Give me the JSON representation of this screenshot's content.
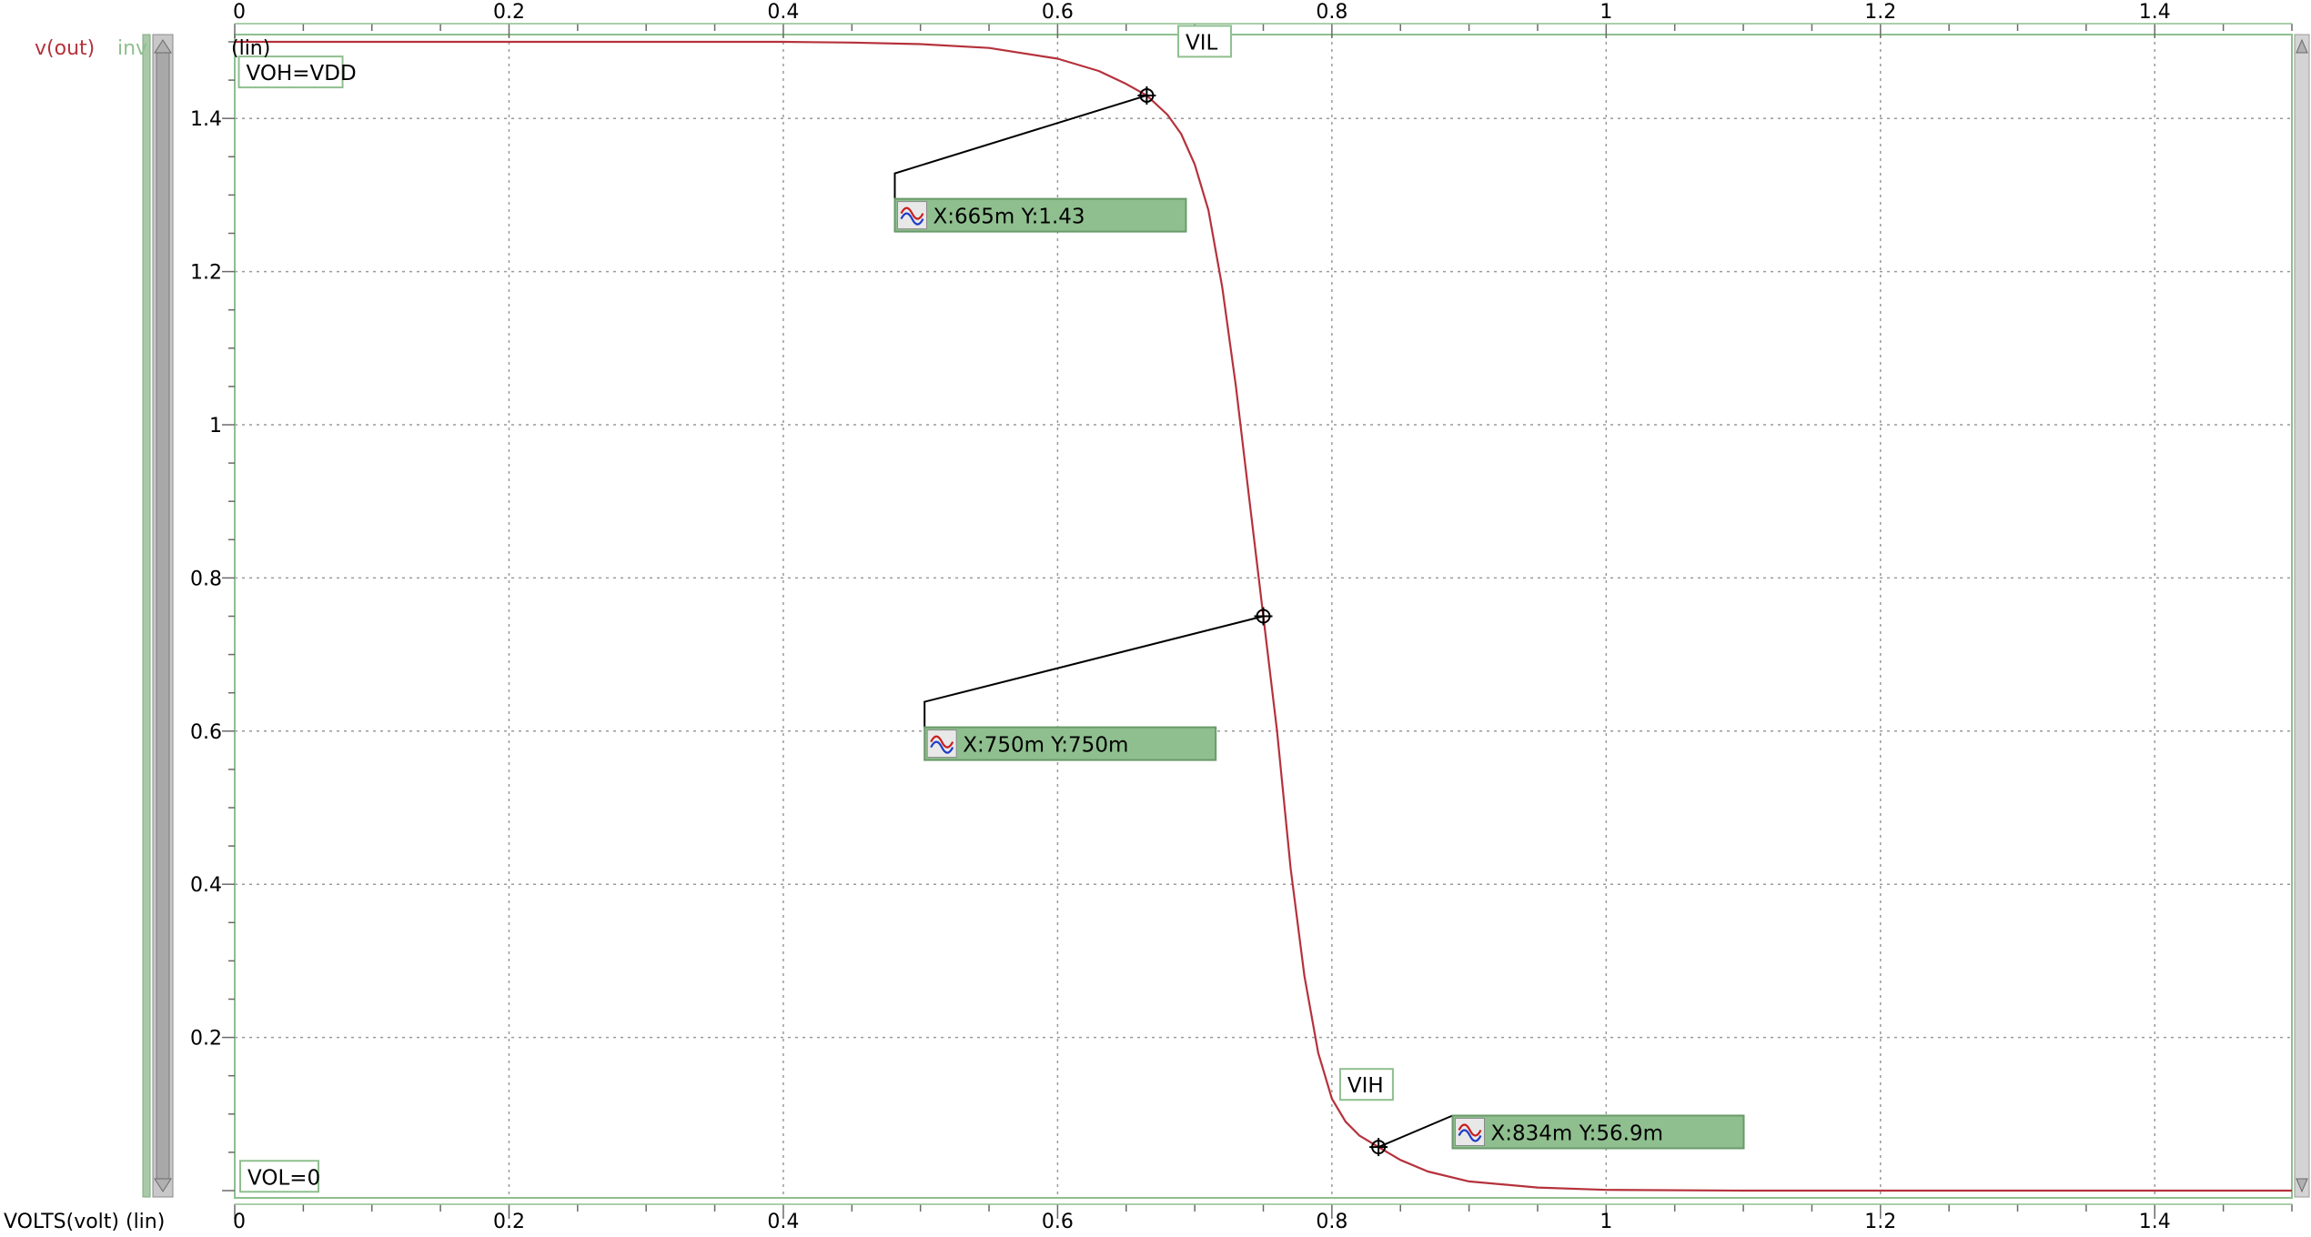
{
  "chart_data": {
    "type": "line",
    "x_scale": "lin",
    "y_scale": "lin",
    "xlim": [
      0,
      1.5
    ],
    "ylim": [
      0,
      1.5
    ],
    "x_ticks": [
      0,
      0.2,
      0.4,
      0.6,
      0.8,
      1,
      1.2,
      1.4
    ],
    "x_tick_labels": [
      "0",
      "0.2",
      "0.4",
      "0.6",
      "0.8",
      "1",
      "1.2",
      "1.4"
    ],
    "y_ticks": [
      0.2,
      0.4,
      0.6,
      0.8,
      1,
      1.2,
      1.4
    ],
    "y_tick_labels": [
      "0.2",
      "0.4",
      "0.6",
      "0.8",
      "1",
      "1.2",
      "1.4"
    ],
    "grid": true,
    "xlabel": "VOLTS(volt) (lin)",
    "ylabel": "(lin)",
    "legend": [
      {
        "text": "v(out)",
        "color": "#b5323c"
      },
      {
        "text": "inv",
        "color": "#8fbf8f"
      }
    ],
    "series": [
      {
        "name": "v(out)",
        "color": "#b5323c",
        "x": [
          0,
          0.1,
          0.2,
          0.3,
          0.4,
          0.45,
          0.5,
          0.55,
          0.6,
          0.63,
          0.65,
          0.665,
          0.68,
          0.69,
          0.7,
          0.71,
          0.72,
          0.73,
          0.74,
          0.75,
          0.76,
          0.77,
          0.78,
          0.79,
          0.8,
          0.81,
          0.82,
          0.834,
          0.85,
          0.87,
          0.9,
          0.95,
          1.0,
          1.1,
          1.2,
          1.3,
          1.4,
          1.5
        ],
        "y": [
          1.5,
          1.5,
          1.5,
          1.5,
          1.5,
          1.499,
          1.497,
          1.492,
          1.478,
          1.462,
          1.445,
          1.43,
          1.405,
          1.38,
          1.34,
          1.28,
          1.18,
          1.05,
          0.9,
          0.75,
          0.6,
          0.42,
          0.28,
          0.18,
          0.12,
          0.09,
          0.072,
          0.0569,
          0.04,
          0.025,
          0.012,
          0.004,
          0.001,
          0,
          0,
          0,
          0,
          0
        ]
      }
    ],
    "markers": [
      {
        "x": 0.665,
        "y": 1.43,
        "label": "X:665m Y:1.43",
        "box_x": 0.4813,
        "box_y": 1.295
      },
      {
        "x": 0.75,
        "y": 0.75,
        "label": "X:750m Y:750m",
        "box_x": 0.503,
        "box_y": 0.605
      },
      {
        "x": 0.834,
        "y": 0.0569,
        "label": "X:834m Y:56.9m",
        "box_x": 0.888,
        "box_y": 0.098
      }
    ],
    "annotations": [
      {
        "text": "VOH=VDD",
        "x": 0.003,
        "y": 1.45
      },
      {
        "text": "VIL",
        "x": 0.688,
        "y": 1.49
      },
      {
        "text": "VIH",
        "x": 0.806,
        "y": 0.128
      },
      {
        "text": "VOL=0",
        "x": 0.004,
        "y": 0.008
      }
    ]
  }
}
